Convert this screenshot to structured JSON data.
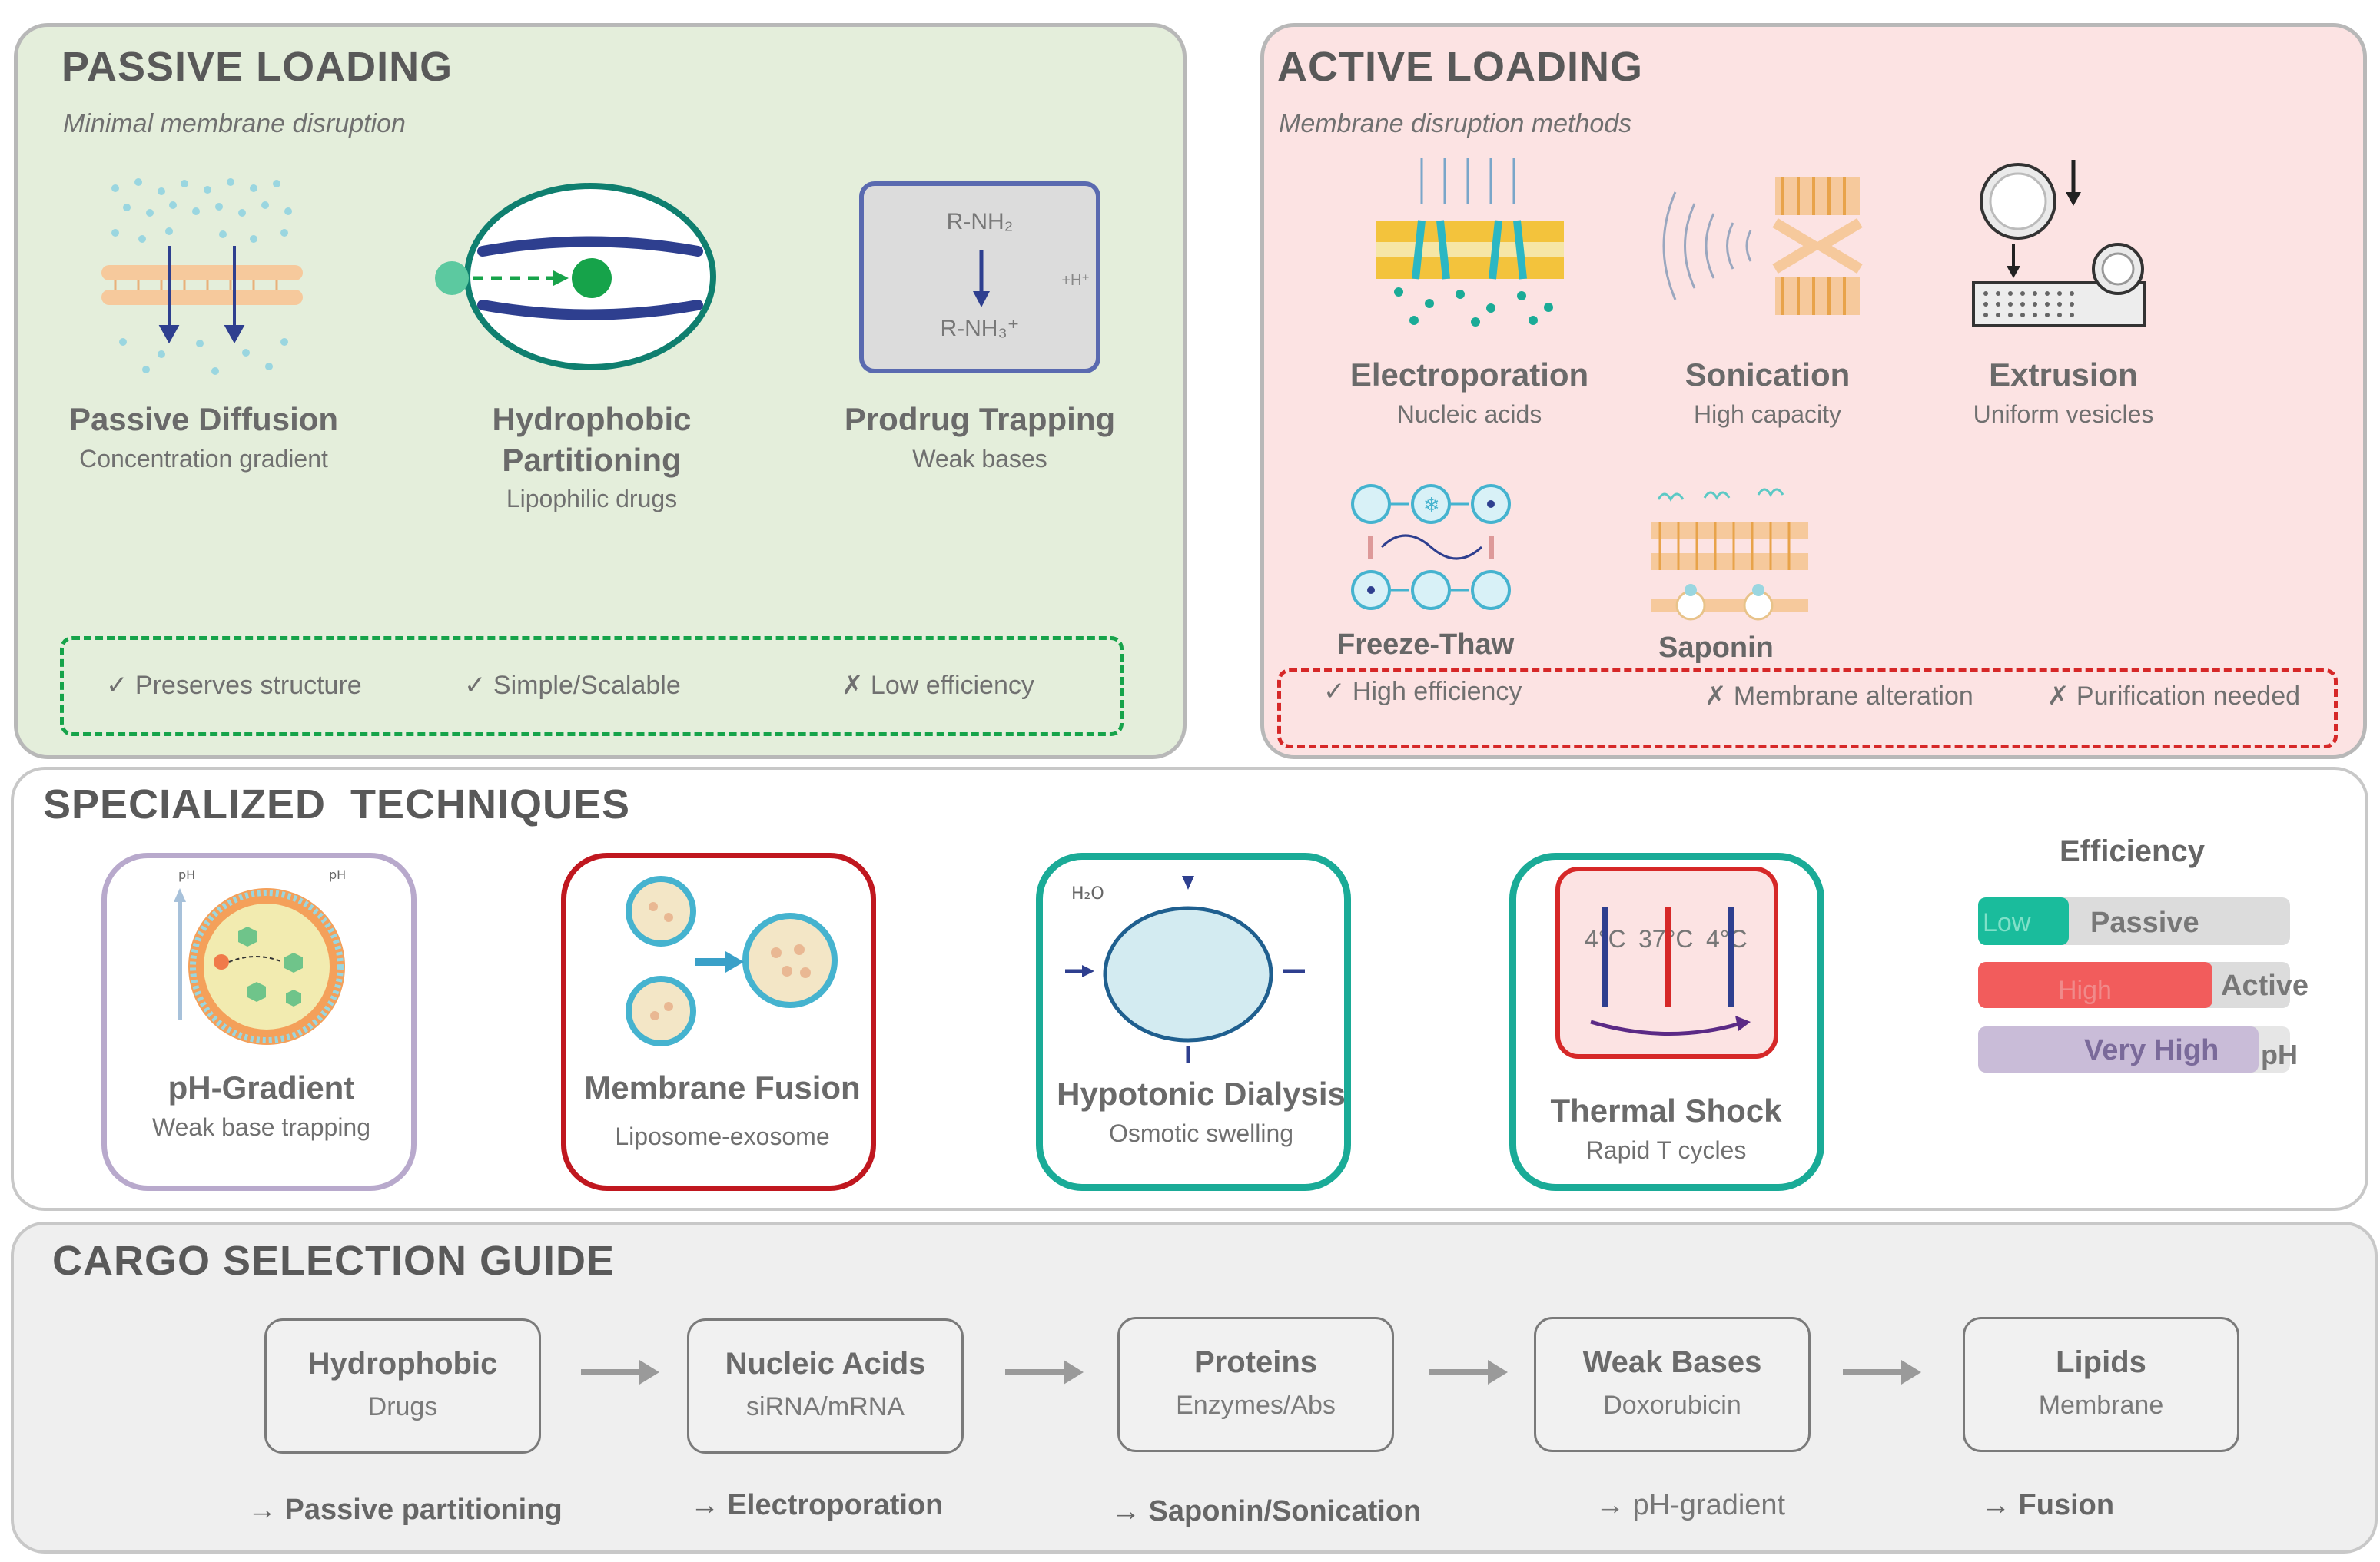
{
  "passive": {
    "title": "PASSIVE LOADING",
    "subtitle": "Minimal membrane disruption",
    "items": [
      {
        "title": "Passive Diffusion",
        "sub": "Concentration gradient"
      },
      {
        "title1": "Hydrophobic",
        "title2": "Partitioning",
        "sub": "Lipophilic drugs"
      },
      {
        "title": "Prodrug Trapping",
        "sub": "Weak bases"
      }
    ],
    "prodrug_top": "R-NH₂",
    "prodrug_bottom": "R-NH₃⁺",
    "prodrug_h": "+H⁺",
    "pros": [
      "✓ Preserves structure",
      "✓ Simple/Scalable",
      "✗ Low efficiency"
    ]
  },
  "active": {
    "title": "ACTIVE LOADING",
    "subtitle": "Membrane disruption methods",
    "items": [
      {
        "title": "Electroporation",
        "sub": "Nucleic acids"
      },
      {
        "title": "Sonication",
        "sub": "High capacity"
      },
      {
        "title": "Extrusion",
        "sub": "Uniform vesicles"
      },
      {
        "title": "Freeze-Thaw"
      },
      {
        "title": "Saponin"
      }
    ],
    "pros": [
      "✓ High efficiency",
      "✗ Membrane alteration",
      "✗ Purification needed"
    ]
  },
  "specialized": {
    "title": "SPECIALIZED  TECHNIQUES",
    "cards": [
      {
        "title": "pH-Gradient",
        "sub": "Weak base trapping",
        "tag_left": "pH",
        "tag_right": "pH"
      },
      {
        "title": "Membrane Fusion",
        "sub": "Liposome-exosome"
      },
      {
        "title": "Hypotonic Dialysis",
        "sub": "Osmotic swelling",
        "tag": "H₂O"
      },
      {
        "title": "Thermal Shock",
        "sub": "Rapid T cycles",
        "temps": [
          "4°C",
          "37°C",
          "4°C"
        ]
      }
    ],
    "efficiency": {
      "title": "Efficiency",
      "bars": [
        {
          "level": "Low",
          "name": "Passive",
          "fraction": 0.29
        },
        {
          "level": "High",
          "name": "Active",
          "fraction": 0.75
        },
        {
          "level": "Very High",
          "name": "pH",
          "fraction": 0.9
        }
      ]
    }
  },
  "cargo": {
    "title": "CARGO SELECTION GUIDE",
    "items": [
      {
        "title": "Hydrophobic",
        "sub": "Drugs",
        "method": "→ Passive partitioning"
      },
      {
        "title": "Nucleic Acids",
        "sub": "siRNA/mRNA",
        "method": "→ Electroporation"
      },
      {
        "title": "Proteins",
        "sub": "Enzymes/Abs",
        "method": "→ Saponin/Sonication"
      },
      {
        "title": "Weak Bases",
        "sub": "Doxorubicin",
        "method": "→ pH-gradient"
      },
      {
        "title": "Lipids",
        "sub": "Membrane",
        "method": "→ Fusion"
      }
    ]
  },
  "colors": {
    "passive_bg": "#e4eedb",
    "active_bg": "#fce3e3",
    "cargo_bg": "#efefef",
    "teal": "#1aab97",
    "red": "#d62828",
    "purple": "#b8a9cc",
    "navy": "#2e3f8f",
    "green": "#16a34a"
  }
}
